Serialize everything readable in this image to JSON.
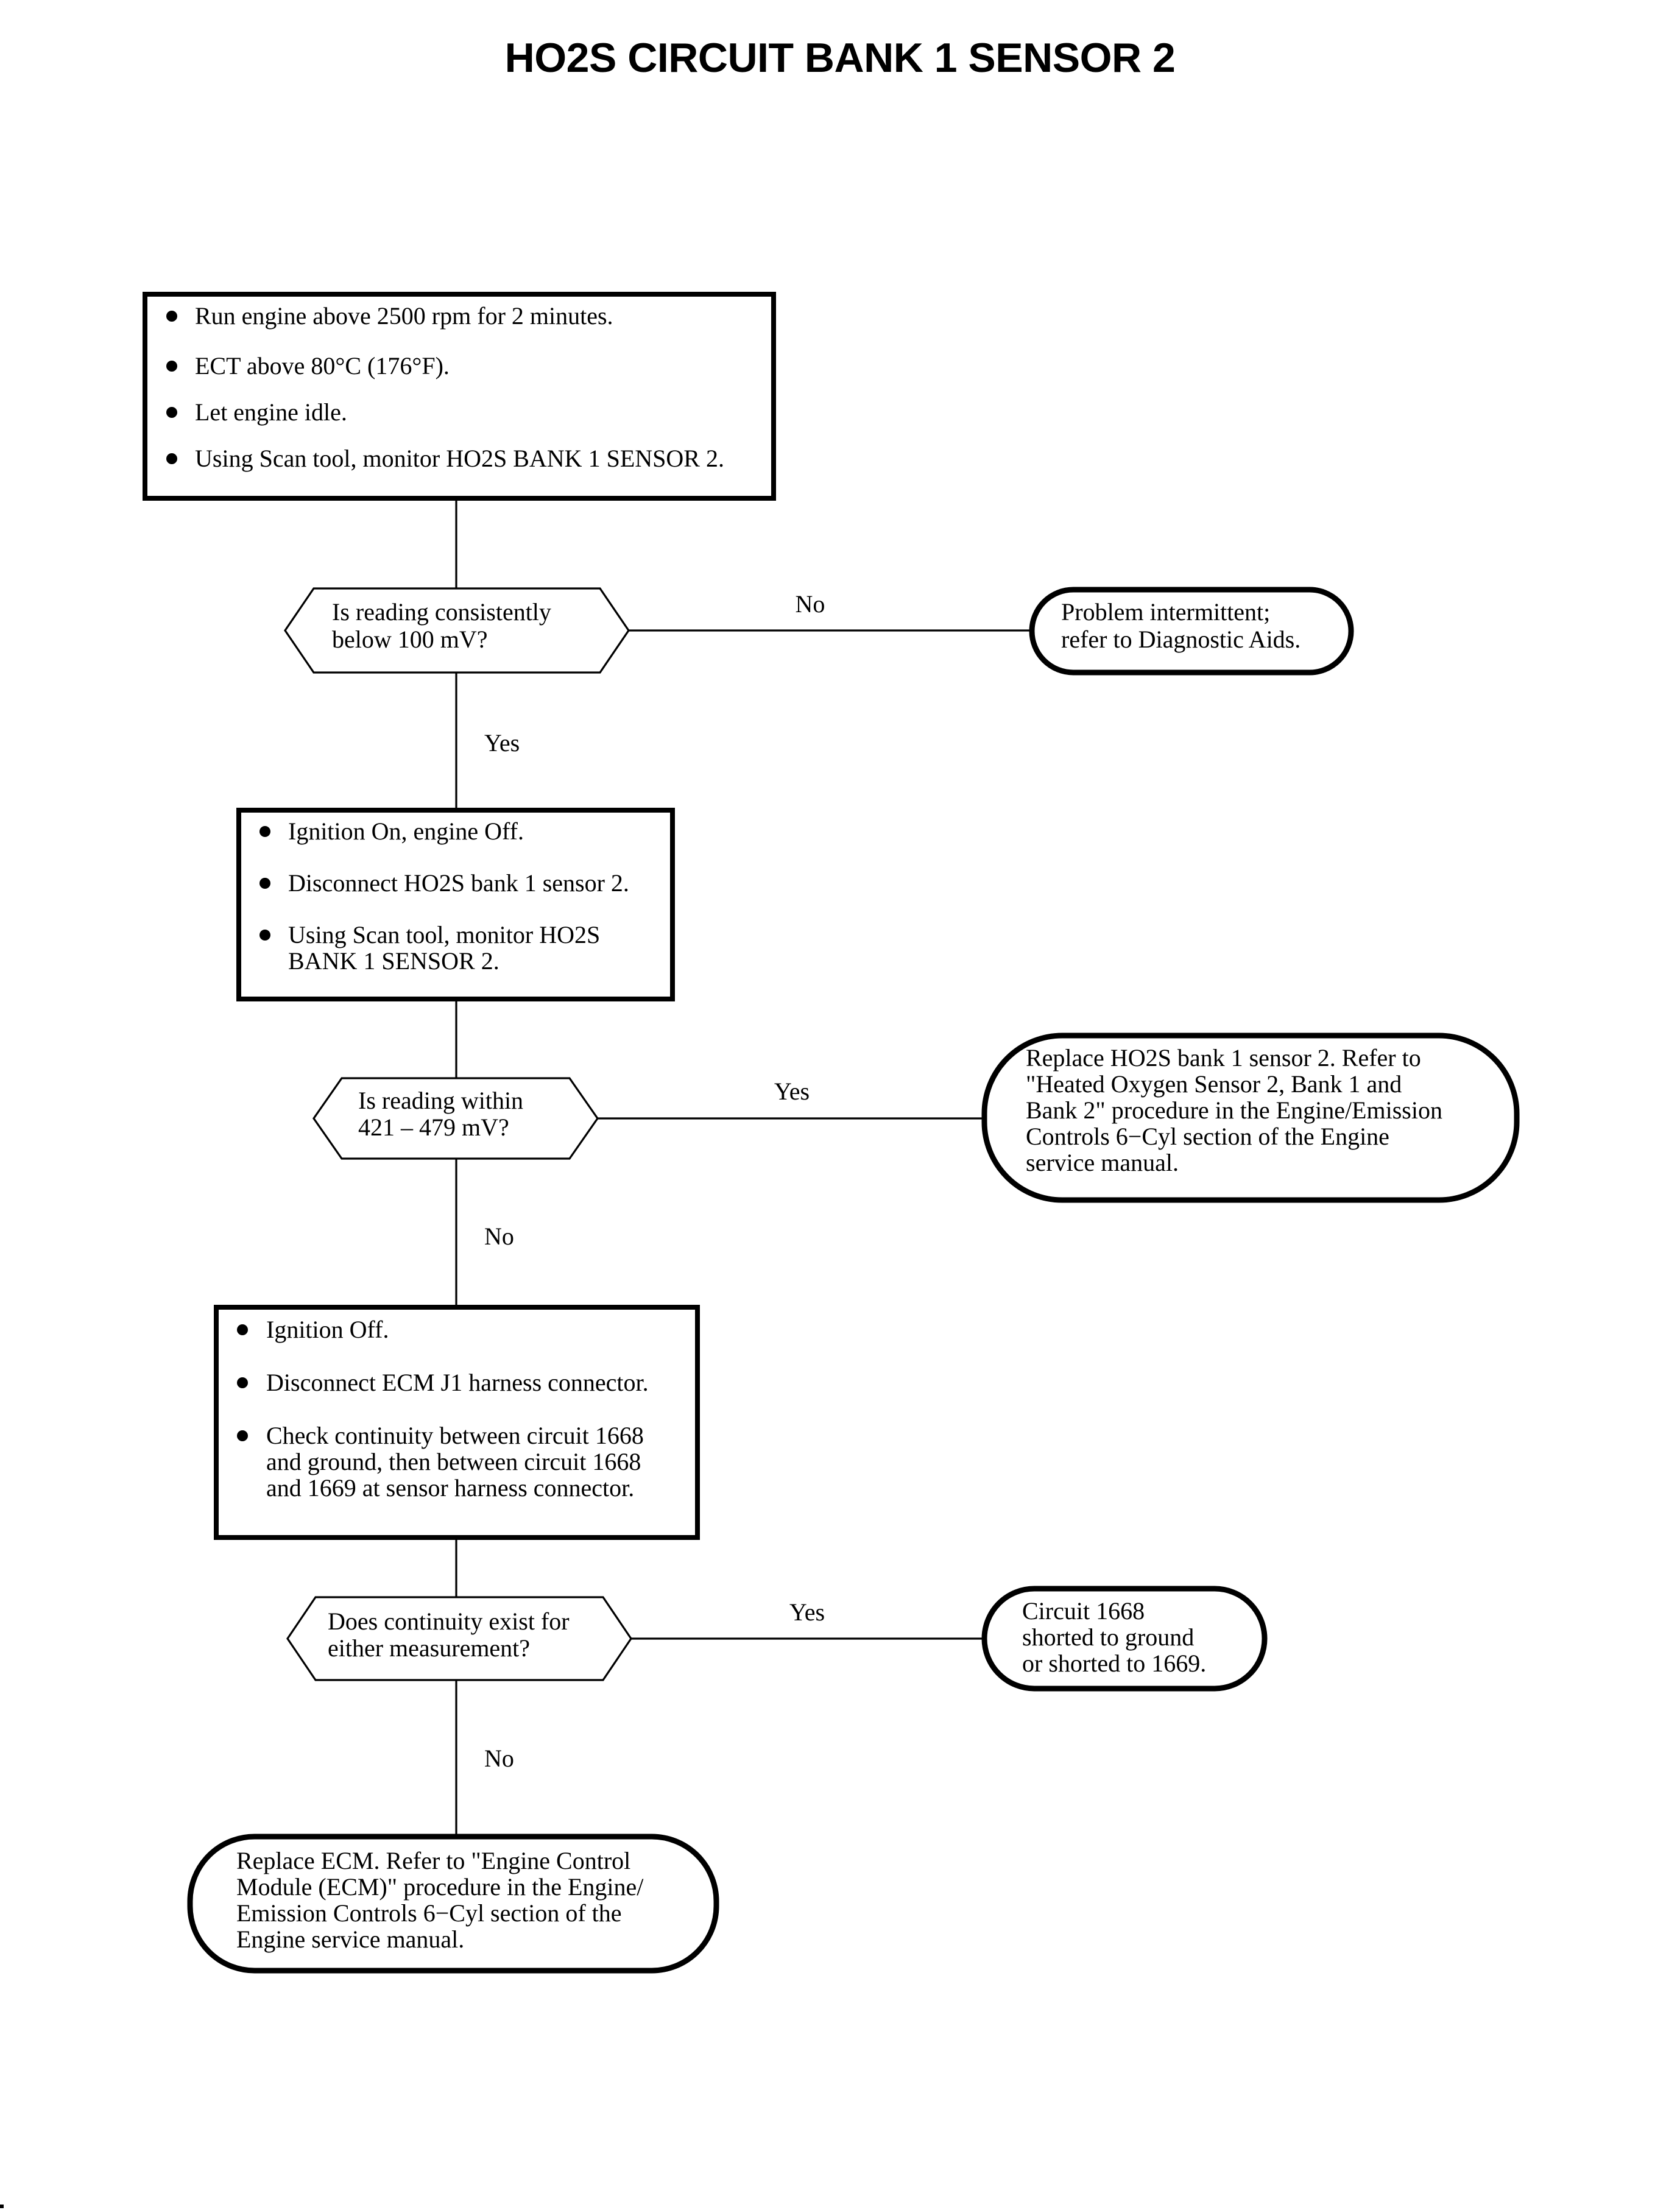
{
  "page": {
    "title": "HO2S CIRCUIT BANK 1 SENSOR 2",
    "background_color": "#ffffff",
    "ink_color": "#000000"
  },
  "flowchart": {
    "type": "diagnostic-flowchart",
    "nodes": [
      {
        "id": "step-1",
        "shape": "process-box",
        "bullets": [
          "Run engine  above 2500 rpm for 2 minutes.",
          "ECT above 80°C (176°F).",
          "Let engine idle.",
          "Using Scan tool, monitor HO2S BANK 1 SENSOR 2."
        ]
      },
      {
        "id": "decision-1",
        "shape": "decision-hexagon",
        "lines": [
          "Is reading consistently",
          "below 100 mV?"
        ],
        "yes_label": "Yes",
        "no_label": "No"
      },
      {
        "id": "result-1",
        "shape": "terminator-rounded",
        "lines": [
          "Problem intermittent;",
          "refer to Diagnostic Aids."
        ]
      },
      {
        "id": "step-2",
        "shape": "process-box",
        "bullets": [
          "Ignition On, engine Off.",
          "Disconnect HO2S bank 1 sensor 2.",
          "Using Scan tool, monitor HO2S\nBANK 1 SENSOR 2."
        ]
      },
      {
        "id": "decision-2",
        "shape": "decision-hexagon",
        "lines": [
          "Is reading within",
          "421 – 479 mV?"
        ],
        "yes_label": "Yes",
        "no_label": "No"
      },
      {
        "id": "result-2",
        "shape": "terminator-rounded",
        "lines": [
          "Replace HO2S bank 1 sensor 2. Refer to",
          "\"Heated Oxygen Sensor 2, Bank 1 and",
          "Bank 2\" procedure in the Engine/Emission",
          "Controls 6−Cyl section of the Engine",
          "service manual."
        ]
      },
      {
        "id": "step-3",
        "shape": "process-box",
        "bullets": [
          "Ignition Off.",
          "Disconnect ECM J1 harness connector.",
          "Check continuity between circuit 1668\nand ground, then between circuit 1668\nand 1669 at sensor harness connector."
        ]
      },
      {
        "id": "decision-3",
        "shape": "decision-hexagon",
        "lines": [
          "Does continuity exist for",
          "either measurement?"
        ],
        "yes_label": "Yes",
        "no_label": "No"
      },
      {
        "id": "result-3",
        "shape": "terminator-rounded",
        "lines": [
          "Circuit 1668",
          "shorted to ground",
          "or shorted to 1669."
        ]
      },
      {
        "id": "result-4",
        "shape": "terminator-rounded",
        "lines": [
          "Replace ECM. Refer to \"Engine Control",
          "Module (ECM)\" procedure in the Engine/",
          "Emission Controls 6−Cyl section of the",
          "Engine service manual."
        ]
      }
    ],
    "step1": {
      "b0": "Run engine  above 2500 rpm for 2 minutes.",
      "b1": "ECT above 80°C (176°F).",
      "b2": "Let engine idle.",
      "b3": "Using Scan tool, monitor HO2S BANK 1 SENSOR 2."
    },
    "decision1": {
      "l0": "Is reading consistently",
      "l1": "below 100 mV?",
      "no": "No",
      "yes": "Yes"
    },
    "result1": {
      "l0": "Problem intermittent;",
      "l1": "refer to Diagnostic Aids."
    },
    "step2": {
      "b0": "Ignition On, engine Off.",
      "b1": "Disconnect HO2S bank 1 sensor 2.",
      "b2a": "Using Scan tool, monitor HO2S",
      "b2b": "BANK 1 SENSOR 2."
    },
    "decision2": {
      "l0": "Is reading within",
      "l1": "421 – 479 mV?",
      "yes": "Yes",
      "no": "No"
    },
    "result2": {
      "l0": "Replace HO2S bank 1 sensor 2. Refer to",
      "l1": "\"Heated Oxygen Sensor 2, Bank 1 and",
      "l2": "Bank 2\" procedure in the Engine/Emission",
      "l3": "Controls 6−Cyl section of the Engine",
      "l4": "service manual."
    },
    "step3": {
      "b0": "Ignition Off.",
      "b1": "Disconnect ECM J1 harness connector.",
      "b2a": "Check continuity between circuit 1668",
      "b2b": "and ground, then between circuit 1668",
      "b2c": "and 1669 at sensor harness connector."
    },
    "decision3": {
      "l0": "Does continuity exist for",
      "l1": "either measurement?",
      "yes": "Yes",
      "no": "No"
    },
    "result3": {
      "l0": "Circuit 1668",
      "l1": "shorted to ground",
      "l2": "or shorted to 1669."
    },
    "result4": {
      "l0": "Replace ECM. Refer to \"Engine Control",
      "l1": "Module (ECM)\" procedure in the Engine/",
      "l2": "Emission Controls 6−Cyl section of the",
      "l3": "Engine service manual."
    }
  }
}
